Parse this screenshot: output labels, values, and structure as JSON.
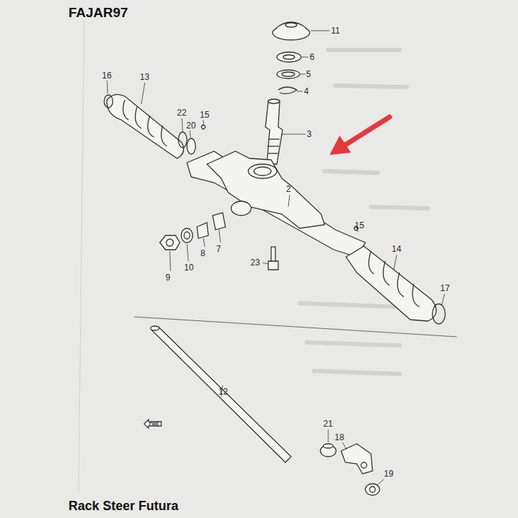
{
  "diagram": {
    "caption": "Rack Steer Futura",
    "labels": [
      "FAJAR97",
      "11",
      "6",
      "5",
      "4",
      "3",
      "16",
      "13",
      "22",
      "20",
      "15",
      "2",
      "15",
      "14",
      "17",
      "9",
      "10",
      "8",
      "7",
      "23",
      "12",
      "21",
      "18",
      "19",
      "FWD"
    ]
  }
}
